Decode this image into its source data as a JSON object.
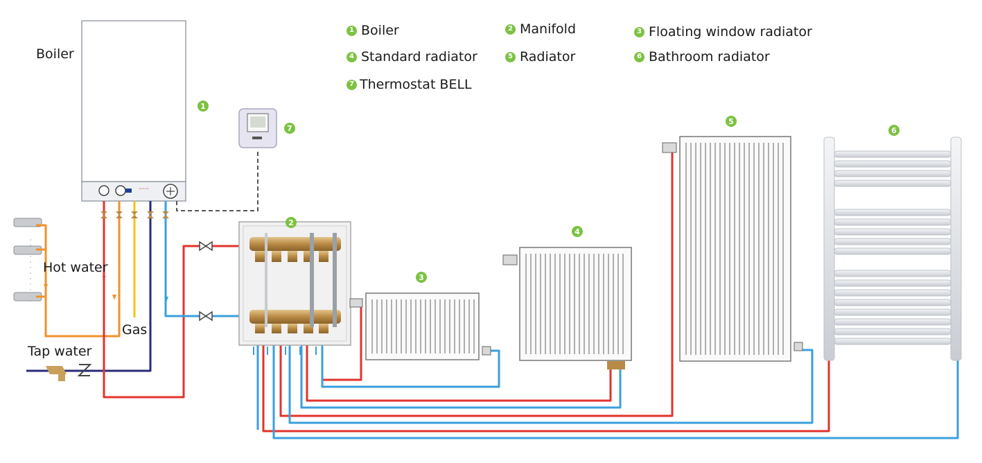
{
  "colors": {
    "badge": "#7cc242",
    "hot": "#e2332c",
    "cold": "#3a9fdc",
    "orange": "#f0912c",
    "gas": "#f2c318",
    "navy": "#2a2a7a"
  },
  "legend": {
    "n1": "1",
    "t1": "Boiler",
    "n2": "2",
    "t2": "Manifold",
    "n3": "3",
    "t3": "Floating window radiator",
    "n4": "4",
    "t4": "Standard radiator",
    "n5": "5",
    "t5": "Radiator",
    "n6": "6",
    "t6": "Bathroom radiator",
    "n7": "7",
    "t7": "Thermostat BELL"
  },
  "labels": {
    "boiler": "Boiler",
    "hot_water": "Hot water",
    "gas": "Gas",
    "tap_water": "Tap water"
  },
  "markers": {
    "boiler": "1",
    "manifold": "2",
    "floating": "3",
    "standard": "4",
    "radiator": "5",
    "bathroom": "6",
    "thermostat": "7"
  },
  "icons": [
    "valve-icon",
    "tap-icon",
    "thermostat-icon",
    "check-valve-icon"
  ]
}
